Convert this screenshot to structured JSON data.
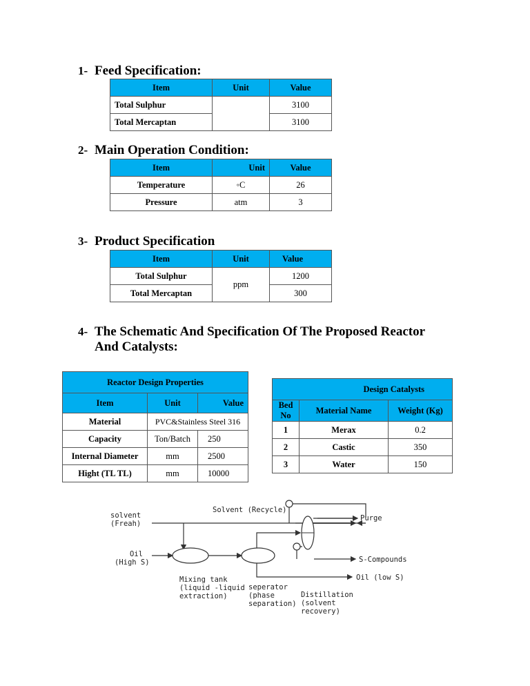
{
  "sections": [
    {
      "num": "1-",
      "title": "Feed Specification:"
    },
    {
      "num": "2-",
      "title": "Main Operation Condition:"
    },
    {
      "num": "3-",
      "title": "Product Specification"
    },
    {
      "num": "4-",
      "title": "The Schematic And Specification Of The Proposed Reactor",
      "title2": "And Catalysts:"
    }
  ],
  "feed": {
    "headers": [
      "Item",
      "Unit",
      "Value"
    ],
    "rows": [
      {
        "item": "Total Sulphur",
        "value": "3100"
      },
      {
        "item": "Total Mercaptan",
        "value": "3100"
      }
    ],
    "unit": ""
  },
  "operation": {
    "headers": [
      "Item",
      "Unit",
      "Value"
    ],
    "rows": [
      {
        "item": "Temperature",
        "unit": "◦C",
        "value": "26"
      },
      {
        "item": "Pressure",
        "unit": "atm",
        "value": "3"
      }
    ]
  },
  "product": {
    "headers": [
      "Item",
      "Unit",
      "Value"
    ],
    "unit": "ppm",
    "rows": [
      {
        "item": "Total Sulphur",
        "value": "1200"
      },
      {
        "item": "Total Mercaptan",
        "value": "300"
      }
    ]
  },
  "reactor": {
    "title": "Reactor Design Properties",
    "headers": [
      "Item",
      "Unit",
      "Value"
    ],
    "material": {
      "item": "Material",
      "value": "PVC&Stainless Steel 316"
    },
    "rows": [
      {
        "item": "Capacity",
        "unit": "Ton/Batch",
        "value": "250"
      },
      {
        "item": "Internal Diameter",
        "unit": "mm",
        "value": "2500"
      },
      {
        "item": "Hight (TL TL)",
        "unit": "mm",
        "value": "10000"
      }
    ]
  },
  "catalysts": {
    "title": "Design Catalysts",
    "headers": [
      "Bed No",
      "Material Name",
      "Weight (Kg)"
    ],
    "rows": [
      {
        "bed": "1",
        "name": "Merax",
        "weight": "0.2"
      },
      {
        "bed": "2",
        "name": "Castic",
        "weight": "350"
      },
      {
        "bed": "3",
        "name": "Water",
        "weight": "150"
      }
    ]
  },
  "diagram": {
    "solvent_in": [
      "solvent",
      "(Freah)"
    ],
    "oil_in": [
      "Oil",
      "(High S)"
    ],
    "recycle": "Solvent (Recycle)",
    "purge": "Purge",
    "scomp": "S-Compounds",
    "oil_out": "Oil (low S)",
    "mixing": [
      "Mixing tank",
      "(liquid -liquid",
      "extraction)"
    ],
    "separator": [
      "seperator",
      "(phase",
      "separation)"
    ],
    "distillation": [
      "Distillation",
      "(solvent",
      "recovery)"
    ]
  }
}
